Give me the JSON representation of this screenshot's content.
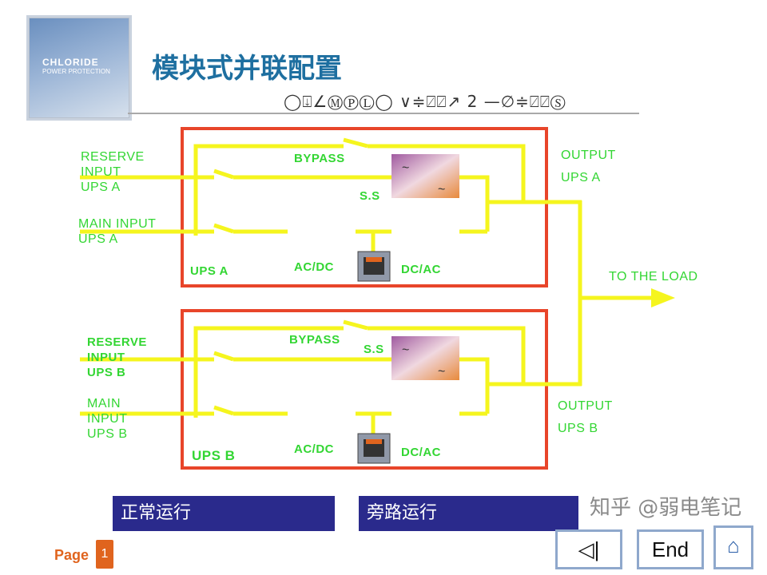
{
  "logo": {
    "line1": "CHLORIDE",
    "line2": "POWER PROTECTION"
  },
  "title": "模块式并联配置",
  "symbol_line": "◯⍗∠ⓂⓅⓁ◯ ∨≑⍁⍁↗ 2 —∅≑⍁⍁Ⓢ",
  "ups_a": {
    "reserve_input": [
      "RESERVE",
      "INPUT",
      "UPS  A"
    ],
    "main_input": [
      "MAIN  INPUT",
      "UPS  A"
    ],
    "bypass": "BYPASS",
    "ss": "S.S",
    "name": "UPS A",
    "acdc": "AC/DC",
    "dcac": "DC/AC",
    "output": [
      "OUTPUT",
      "UPS  A"
    ]
  },
  "ups_b": {
    "reserve_input": [
      "RESERVE",
      "INPUT",
      "UPS B"
    ],
    "main_input": [
      "MAIN",
      "INPUT",
      "UPS  B"
    ],
    "bypass": "BYPASS",
    "ss": "S.S",
    "name": "UPS B",
    "acdc": "AC/DC",
    "dcac": "DC/AC",
    "output": [
      "OUTPUT",
      "UPS  B"
    ]
  },
  "load": "TO  THE  LOAD",
  "buttons": {
    "normal": "正常运行",
    "bypass": "旁路运行"
  },
  "footer": {
    "page_label": "Page",
    "page_number": "1",
    "end": "End"
  },
  "watermark": "知乎 @弱电笔记",
  "colors": {
    "wire": "#f5f51e",
    "frame": "#e8452a",
    "label": "#33d633",
    "button": "#2a2a8c",
    "accent": "#e0641e"
  }
}
